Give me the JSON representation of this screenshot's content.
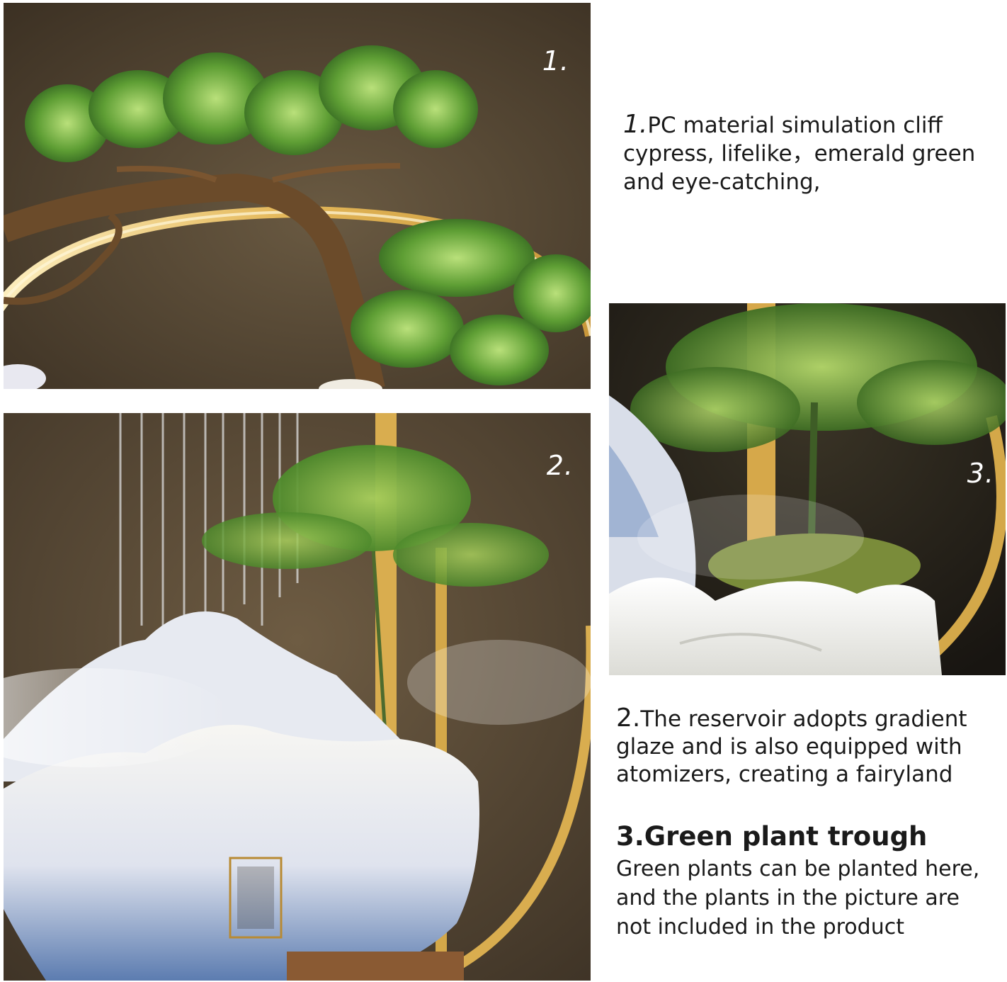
{
  "labels": {
    "photo1_number": "1.",
    "photo2_number": "2.",
    "photo3_number": "3."
  },
  "captions": {
    "feature1": {
      "lead": "1.",
      "text": "PC material simulation cliff cypress, lifelike，emerald green and eye-catching,"
    },
    "feature2": {
      "lead": "2.",
      "text": "The reservoir adopts gradient glaze and is also equipped with atomizers, creating a fairyland"
    },
    "feature3": {
      "heading": "3.Green plant trough",
      "text": "Green plants can be planted here, and the plants in the picture are not included in the product"
    }
  },
  "colors": {
    "ring_gold": "#d4a849",
    "foliage_green": "#6fae3c",
    "ceramic_white": "#f2f1ec",
    "glaze_blue": "#6d8fbf",
    "background_brown": "#5a4a35"
  }
}
